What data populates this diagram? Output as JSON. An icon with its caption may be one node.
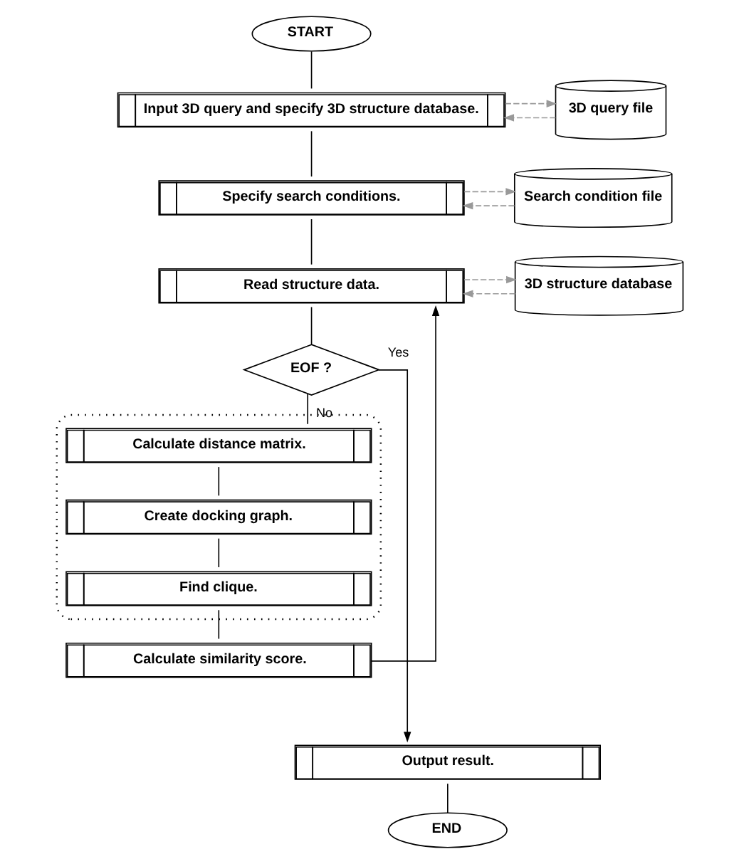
{
  "diagram": {
    "nodes": [
      {
        "text": [
          "START"
        ]
      },
      {
        "text": [
          "Input 3D query and specify 3D structure database."
        ]
      },
      {
        "text": [
          "3D query file"
        ]
      },
      {
        "text": [
          "Specify search conditions."
        ]
      },
      {
        "text": [
          "Search condition file"
        ]
      },
      {
        "text": [
          "Read structure data."
        ]
      },
      {
        "text": [
          "3D structure database"
        ]
      },
      {
        "text": [
          "EOF ?"
        ]
      },
      {
        "text": [],
        "shape": "box"
      },
      {
        "text": [
          "Calculate distance matrix."
        ],
        "in": 8
      },
      {
        "text": [
          "Create docking graph."
        ],
        "in": 8
      },
      {
        "text": [
          "Find clique."
        ],
        "in": 8
      },
      {
        "text": [
          "Calculate similarity score."
        ]
      },
      {
        "text": [
          "Output result."
        ]
      },
      {
        "text": [
          "END"
        ]
      }
    ],
    "edges": [
      {
        "from": 0,
        "to": 1,
        "arrow": "none"
      },
      {
        "from": 1,
        "to": 2,
        "arrow": "to",
        "style": "dashed",
        "color": "#999999"
      },
      {
        "from": 2,
        "to": 1,
        "arrow": "to",
        "style": "dashed",
        "color": "#999999"
      },
      {
        "from": 1,
        "to": 3,
        "arrow": "none"
      },
      {
        "from": 3,
        "to": 4,
        "arrow": "to",
        "style": "dashed",
        "color": "#999999"
      },
      {
        "from": 4,
        "to": 3,
        "arrow": "to",
        "style": "dashed",
        "color": "#999999"
      },
      {
        "from": 3,
        "to": 5,
        "arrow": "none"
      },
      {
        "from": 5,
        "to": 6,
        "arrow": "to",
        "style": "dashed",
        "color": "#999999"
      },
      {
        "from": 6,
        "to": 5,
        "arrow": "to",
        "style": "dashed",
        "color": "#999999"
      },
      {
        "from": 5,
        "to": 7,
        "arrow": "none"
      },
      {
        "from": 7,
        "to": 9,
        "label": "No",
        "arrow": "none"
      },
      {
        "from": 9,
        "to": 10,
        "arrow": "none"
      },
      {
        "from": 10,
        "to": 11,
        "arrow": "none"
      },
      {
        "from": 11,
        "to": 12,
        "arrow": "none"
      },
      {
        "from": 12,
        "to": 5,
        "arrow": "to"
      },
      {
        "from": 7,
        "to": 13,
        "label": "Yes",
        "arrow": "to"
      },
      {
        "from": 13,
        "to": 14,
        "arrow": "none"
      }
    ]
  }
}
